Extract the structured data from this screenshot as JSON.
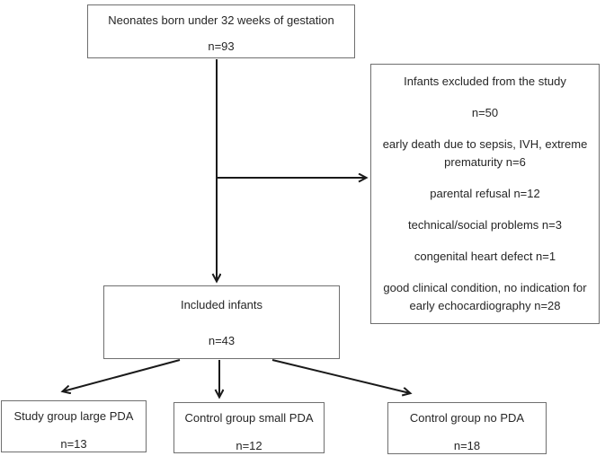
{
  "diagram": {
    "type": "flowchart",
    "nodes": {
      "total": {
        "label": "Neonates born under 32 weeks of gestation",
        "count": "n=93"
      },
      "excluded": {
        "label": "Infants excluded from the study",
        "count": "n=50",
        "reasons": [
          "early death due to sepsis, IVH, extreme prematurity n=6",
          "parental refusal n=12",
          "technical/social problems n=3",
          "congenital heart defect n=1",
          "good clinical condition, no indication for early echocardiography n=28"
        ]
      },
      "included": {
        "label": "Included infants",
        "count": "n=43"
      },
      "study_large_pda": {
        "label": "Study group large PDA",
        "count": "n=13"
      },
      "control_small_pda": {
        "label": "Control group small PDA",
        "count": "n=12"
      },
      "control_no_pda": {
        "label": "Control group no PDA",
        "count": "n=18"
      }
    },
    "edges": [
      "total -> included",
      "total -> excluded",
      "included -> study_large_pda",
      "included -> control_small_pda",
      "included -> control_no_pda"
    ],
    "colors": {
      "background": "#ffffff",
      "box_border": "#6f6f6f",
      "text": "#262626",
      "arrow": "#1a1a1a"
    }
  }
}
